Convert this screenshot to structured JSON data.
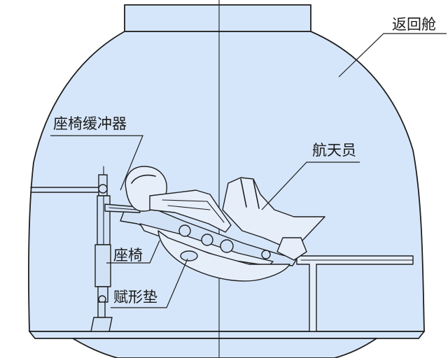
{
  "labels": {
    "return_capsule": "返回舱",
    "seat_buffer": "座椅缓冲器",
    "astronaut": "航天员",
    "seat": "座椅",
    "contour_pad": "赋形垫"
  },
  "colors": {
    "capsule_fill": "#d6e6fa",
    "line": "#1f1f1f",
    "background": "#ffffff"
  }
}
